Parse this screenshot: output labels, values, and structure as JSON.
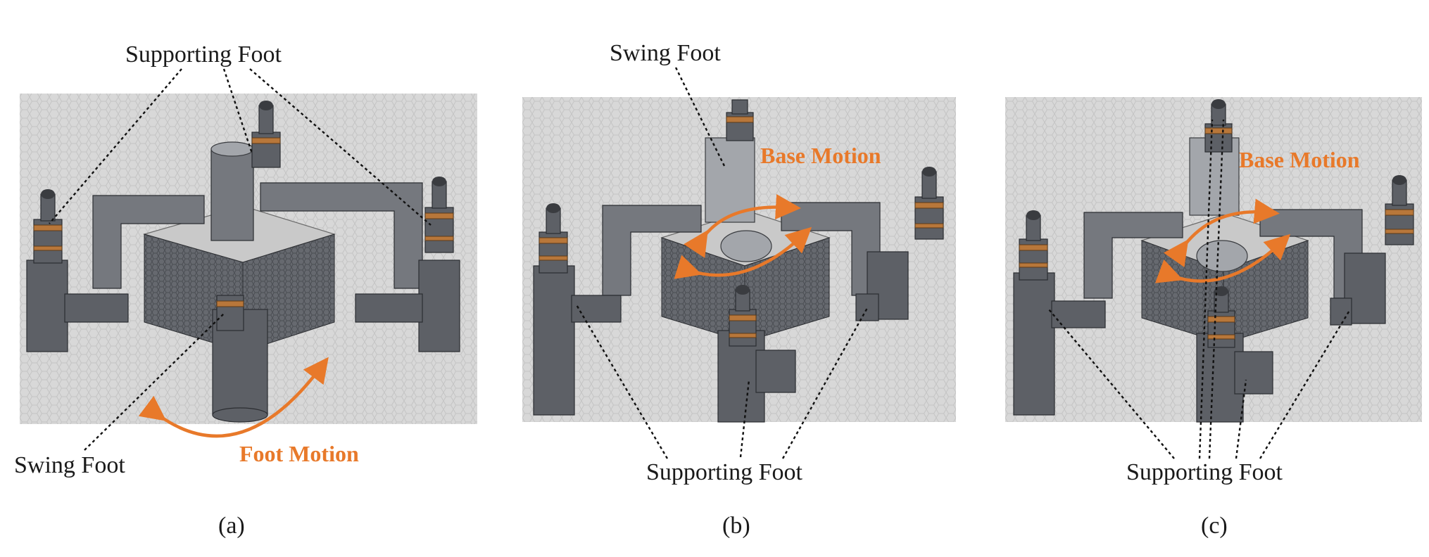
{
  "panels": [
    {
      "caption": "(a)",
      "labels": {
        "supporting": "Supporting Foot",
        "swing": "Swing Foot",
        "motion": "Foot Motion"
      }
    },
    {
      "caption": "(b)",
      "labels": {
        "swing": "Swing Foot",
        "motion": "Base Motion",
        "supporting": "Supporting Foot"
      }
    },
    {
      "caption": "(c)",
      "labels": {
        "motion": "Base Motion",
        "supporting": "Supporting Foot"
      }
    }
  ],
  "colors": {
    "motion": "#e8792a",
    "background": "#d9d9d9",
    "robot": "#6f7278",
    "copper": "#b8773a"
  }
}
